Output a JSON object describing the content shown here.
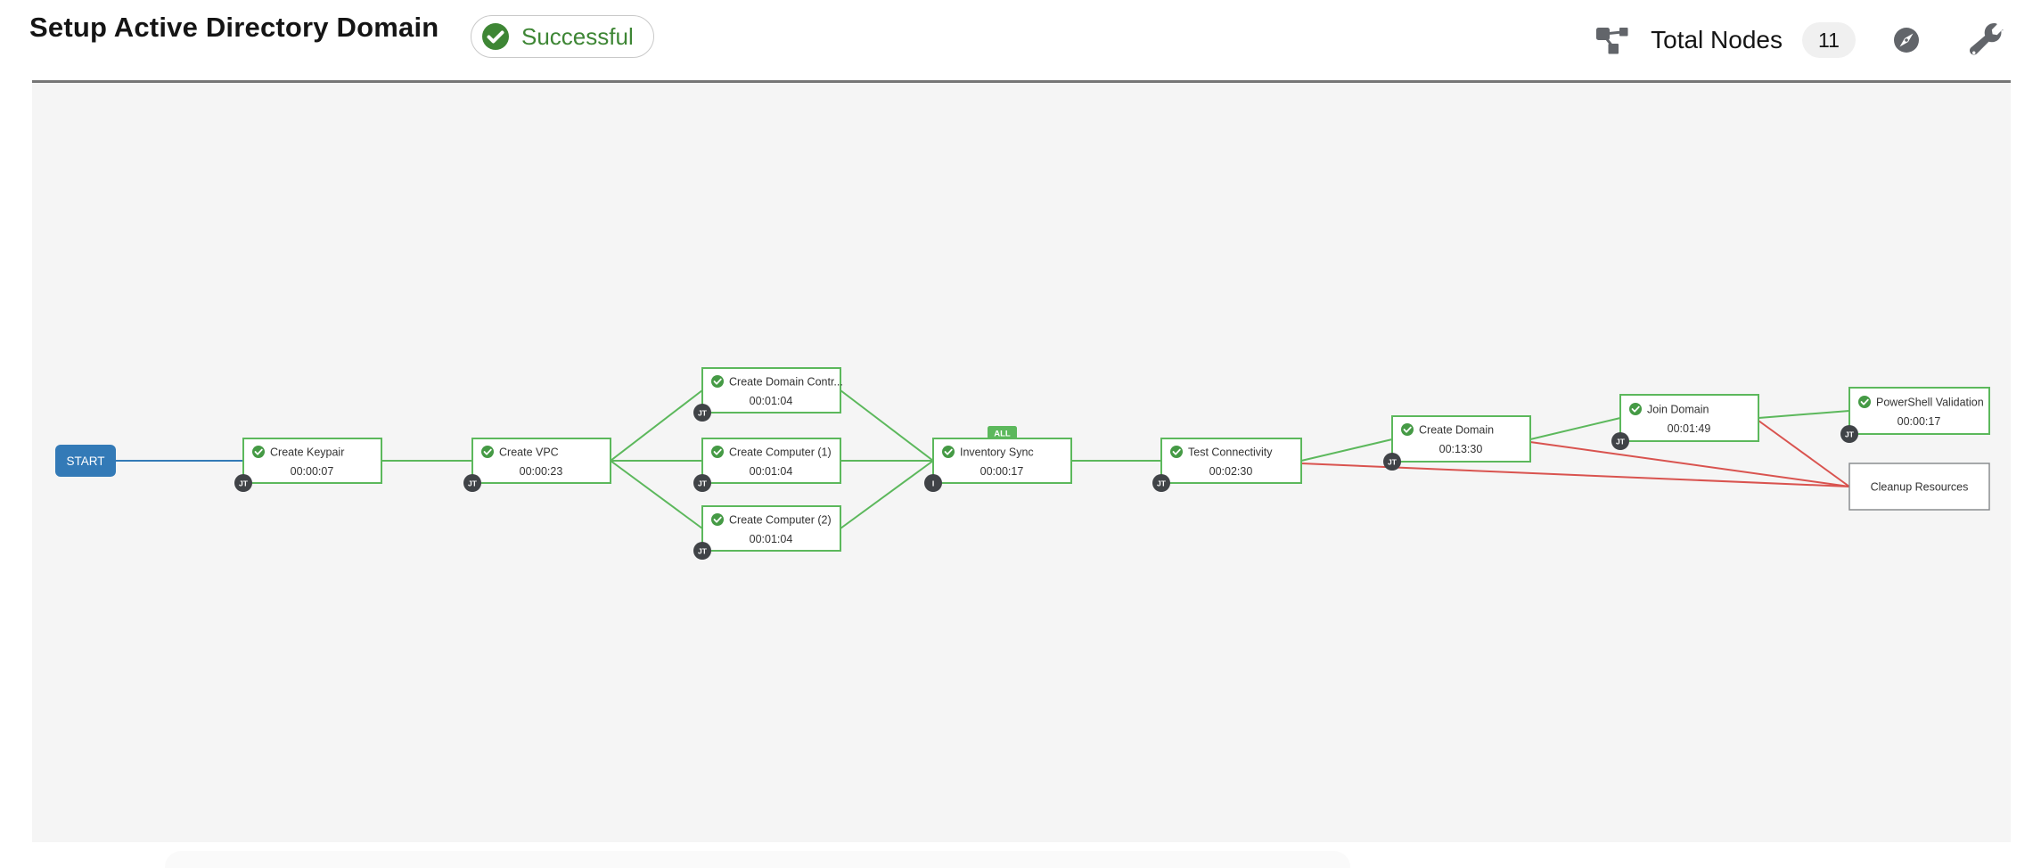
{
  "header": {
    "title": "Setup Active Directory Domain",
    "status": "Successful",
    "total_nodes_label": "Total Nodes",
    "total_nodes_count": "11",
    "icons": [
      "workflow-topology-icon",
      "compass-icon",
      "wrench-icon"
    ]
  },
  "colors": {
    "success_green": "#5cb85c",
    "failure_red": "#d9534f",
    "always_blue": "#337ab7",
    "status_text_green": "#3e8635",
    "badge_dark": "#404347",
    "canvas_bg": "#f5f5f5"
  },
  "graph": {
    "start_label": "START",
    "nodes": [
      {
        "id": "create-keypair",
        "label": "Create Keypair",
        "elapsed": "00:00:07",
        "badge": "JT",
        "status": "successful"
      },
      {
        "id": "create-vpc",
        "label": "Create VPC",
        "elapsed": "00:00:23",
        "badge": "JT",
        "status": "successful"
      },
      {
        "id": "create-domain-controller",
        "label": "Create Domain Contr...",
        "elapsed": "00:01:04",
        "badge": "JT",
        "status": "successful"
      },
      {
        "id": "create-computer-1",
        "label": "Create Computer (1)",
        "elapsed": "00:01:04",
        "badge": "JT",
        "status": "successful"
      },
      {
        "id": "create-computer-2",
        "label": "Create Computer (2)",
        "elapsed": "00:01:04",
        "badge": "JT",
        "status": "successful"
      },
      {
        "id": "inventory-sync",
        "label": "Inventory Sync",
        "elapsed": "00:00:17",
        "badge": "I",
        "status": "successful",
        "convergence": "ALL"
      },
      {
        "id": "test-connectivity",
        "label": "Test Connectivity",
        "elapsed": "00:02:30",
        "badge": "JT",
        "status": "successful"
      },
      {
        "id": "create-domain",
        "label": "Create Domain",
        "elapsed": "00:13:30",
        "badge": "JT",
        "status": "successful"
      },
      {
        "id": "join-domain",
        "label": "Join Domain",
        "elapsed": "00:01:49",
        "badge": "JT",
        "status": "successful"
      },
      {
        "id": "powershell-validation",
        "label": "PowerShell Validation",
        "elapsed": "00:00:17",
        "badge": "JT",
        "status": "successful"
      },
      {
        "id": "cleanup-resources",
        "label": "Cleanup Resources",
        "elapsed": "",
        "badge": "",
        "status": "never-ran"
      }
    ],
    "links": [
      {
        "from": "start",
        "to": "create-keypair",
        "type": "always"
      },
      {
        "from": "create-keypair",
        "to": "create-vpc",
        "type": "success"
      },
      {
        "from": "create-vpc",
        "to": "create-domain-controller",
        "type": "success"
      },
      {
        "from": "create-vpc",
        "to": "create-computer-1",
        "type": "success"
      },
      {
        "from": "create-vpc",
        "to": "create-computer-2",
        "type": "success"
      },
      {
        "from": "create-domain-controller",
        "to": "inventory-sync",
        "type": "success"
      },
      {
        "from": "create-computer-1",
        "to": "inventory-sync",
        "type": "success"
      },
      {
        "from": "create-computer-2",
        "to": "inventory-sync",
        "type": "success"
      },
      {
        "from": "inventory-sync",
        "to": "test-connectivity",
        "type": "success"
      },
      {
        "from": "test-connectivity",
        "to": "create-domain",
        "type": "success"
      },
      {
        "from": "test-connectivity",
        "to": "cleanup-resources",
        "type": "failure"
      },
      {
        "from": "create-domain",
        "to": "join-domain",
        "type": "success"
      },
      {
        "from": "create-domain",
        "to": "cleanup-resources",
        "type": "failure"
      },
      {
        "from": "join-domain",
        "to": "powershell-validation",
        "type": "success"
      },
      {
        "from": "join-domain",
        "to": "cleanup-resources",
        "type": "failure"
      }
    ]
  }
}
